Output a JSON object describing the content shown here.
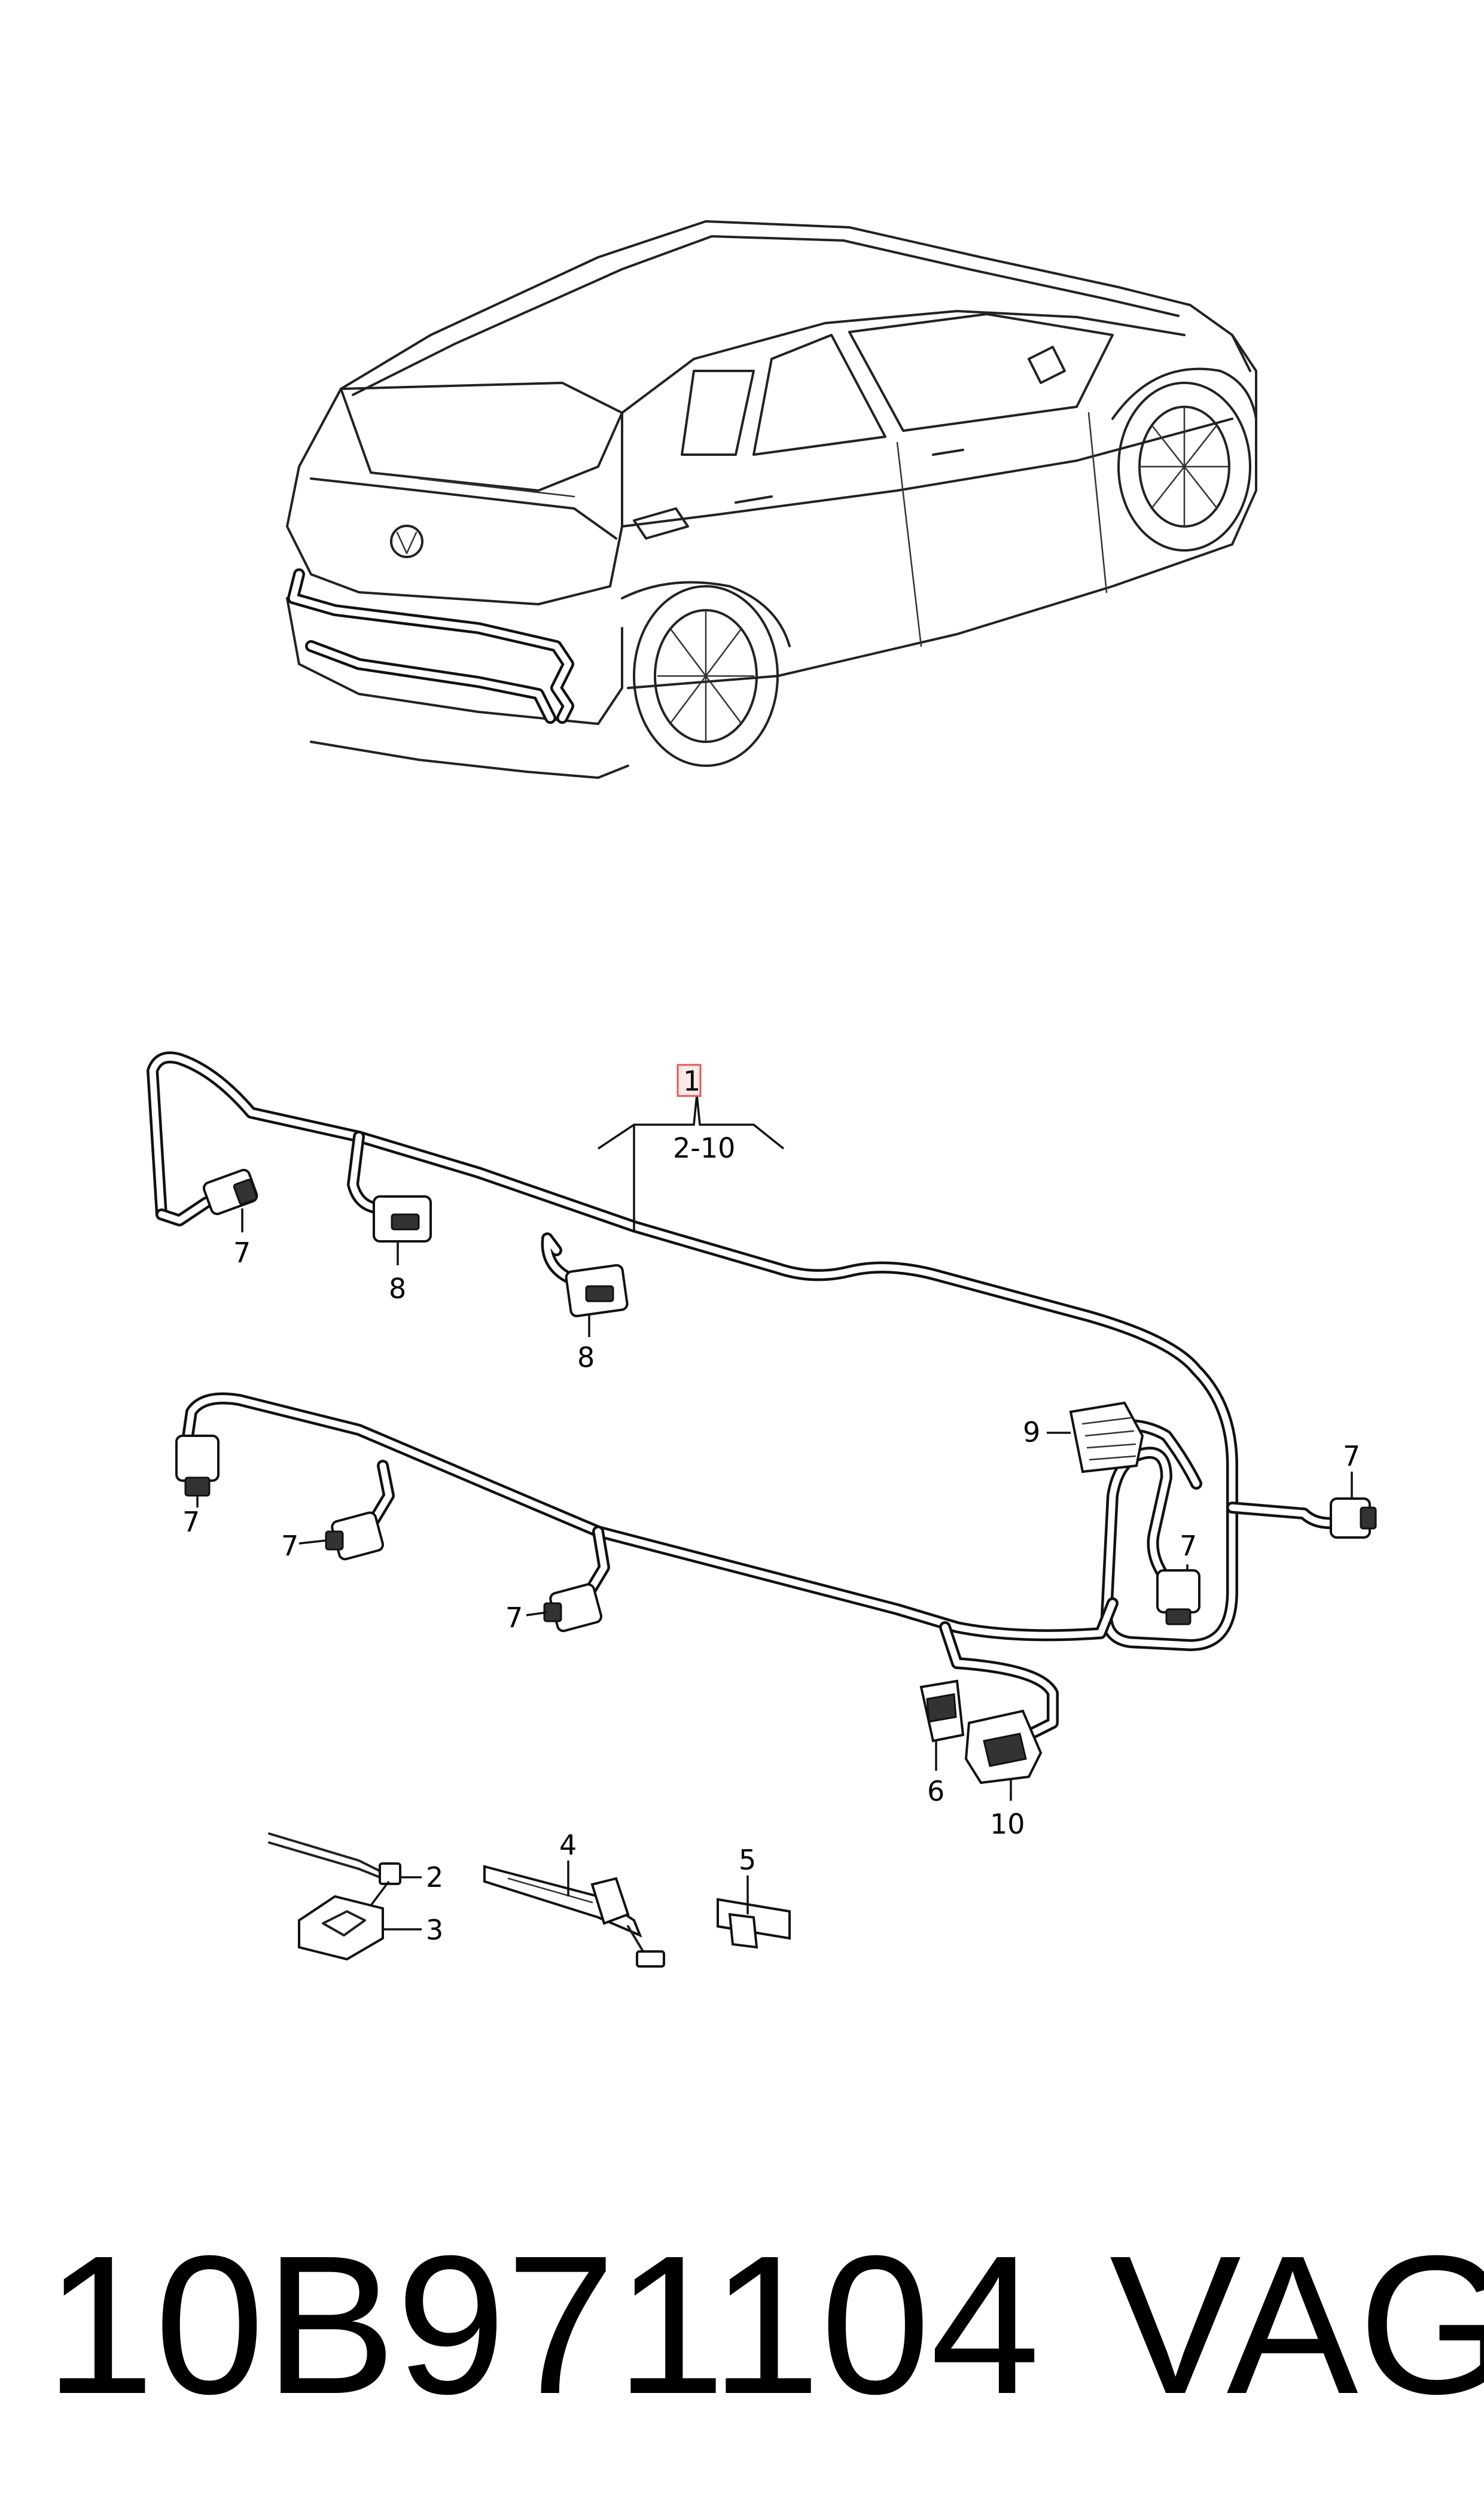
{
  "part_number": "10B971104",
  "brand": "VAG",
  "callouts": {
    "main": "1",
    "range": "2-10",
    "c2": "2",
    "c3": "3",
    "c4": "4",
    "c5": "5",
    "c6": "6",
    "c7": "7",
    "c8": "8",
    "c9": "9",
    "c10": "10"
  },
  "colors": {
    "line": "#111111",
    "highlight_border": "#e05a5a",
    "highlight_fill": "#fde8e8"
  }
}
